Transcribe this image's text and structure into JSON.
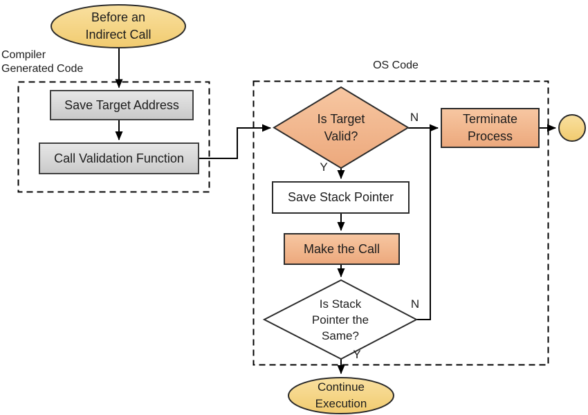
{
  "regions": {
    "compiler": {
      "label": "Compiler\nGenerated Code"
    },
    "os": {
      "label": "OS Code"
    }
  },
  "nodes": {
    "start": {
      "label": "Before an\nIndirect Call",
      "type": "terminator"
    },
    "save_target": {
      "label": "Save Target Address",
      "type": "process"
    },
    "call_validation": {
      "label": "Call Validation Function",
      "type": "process"
    },
    "is_target_valid": {
      "label": "Is Target\nValid?",
      "type": "decision"
    },
    "terminate": {
      "label": "Terminate\nProcess",
      "type": "process"
    },
    "end_circle": {
      "label": "",
      "type": "terminator"
    },
    "save_stack": {
      "label": "Save Stack Pointer",
      "type": "process"
    },
    "make_call": {
      "label": "Make the Call",
      "type": "process"
    },
    "is_stack_same": {
      "label": "Is Stack\nPointer the\nSame?",
      "type": "decision"
    },
    "continue": {
      "label": "Continue\nExecution",
      "type": "terminator"
    }
  },
  "edge_labels": {
    "target_valid_no": "N",
    "target_valid_yes": "Y",
    "stack_same_no": "N",
    "stack_same_yes": "Y"
  },
  "colors": {
    "yellow_top": "#F9E0A0",
    "yellow_bottom": "#F1CB6F",
    "orange_top": "#F7C7A2",
    "orange_bottom": "#ECA87C",
    "gray_top": "#E7E7E7",
    "gray_bottom": "#C9C9C9",
    "node_border": "#2b2b2b",
    "line": "#000000",
    "white_fill": "#ffffff"
  }
}
